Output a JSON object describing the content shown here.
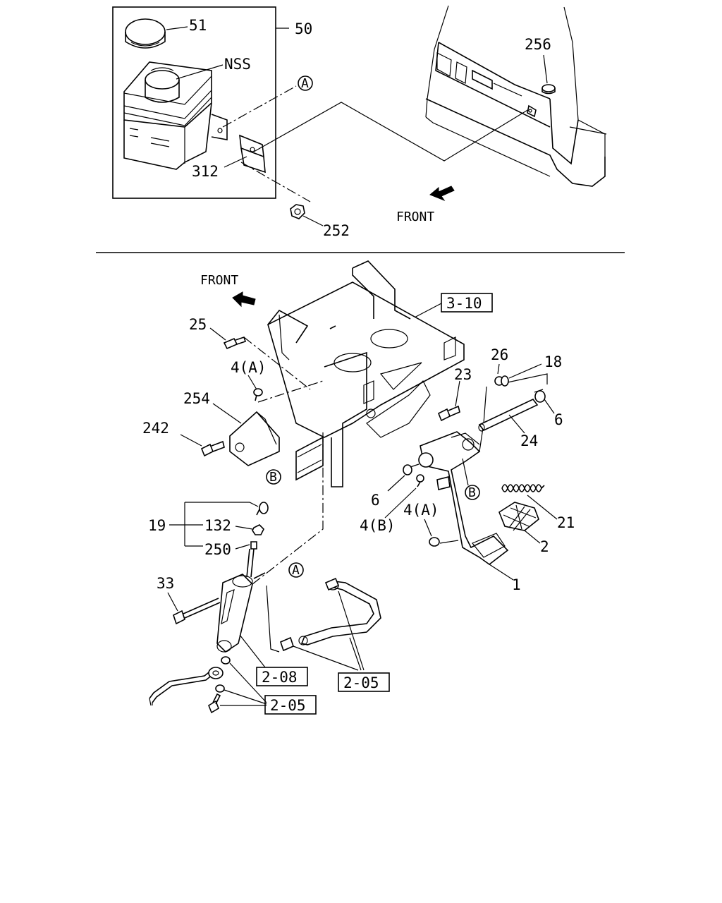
{
  "top_section": {
    "labels": {
      "p51": "51",
      "p50": "50",
      "nss": "NSS",
      "p256": "256",
      "p312": "312",
      "p252": "252",
      "ref_a": "A",
      "front": "FRONT"
    }
  },
  "bottom_section": {
    "labels": {
      "front": "FRONT",
      "ref_3_10": "3-10",
      "p25": "25",
      "p4a_1": "4(A)",
      "p254": "254",
      "p242": "242",
      "p26": "26",
      "p18": "18",
      "p23": "23",
      "p6_right": "6",
      "p24": "24",
      "ref_b_1": "B",
      "p19": "19",
      "p132": "132",
      "p250": "250",
      "p6_mid": "6",
      "p4b": "4(B)",
      "p4a_2": "4(A)",
      "ref_b_2": "B",
      "p21": "21",
      "p2": "2",
      "p1": "1",
      "p33": "33",
      "ref_a": "A",
      "ref_2_08": "2-08",
      "ref_2_05_right": "2-05",
      "ref_2_05_left": "2-05"
    }
  }
}
